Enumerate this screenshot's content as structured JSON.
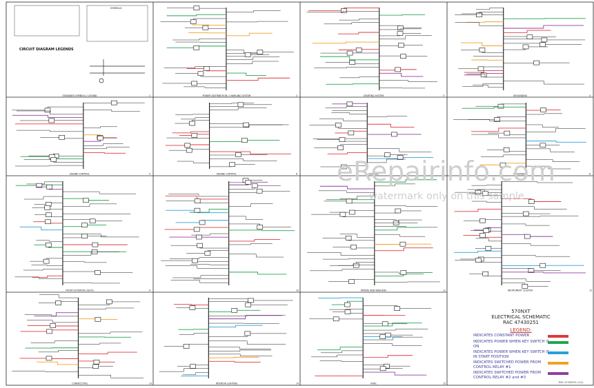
{
  "symbols_panel": {
    "title": "SYMBOLS",
    "legends_title": "CIRCUIT DIAGRAM LEGENDS"
  },
  "panels": [
    {
      "label": "STANDARD SYMBOLS / LEGEND",
      "num": "1"
    },
    {
      "label": "POWER DISTRIBUTION / CHARGING SYSTEM",
      "num": "2"
    },
    {
      "label": "STARTING SYSTEM",
      "num": "3"
    },
    {
      "label": "GROUNDING",
      "num": "4"
    },
    {
      "label": "ENGINE CONTROL",
      "num": "5"
    },
    {
      "label": "ENGINE CONTROL",
      "num": "6"
    },
    {
      "label": "SHIFTING",
      "num": "7"
    },
    {
      "label": "GROUNDING",
      "num": "8"
    },
    {
      "label": "FRONT EXTERIOR LIGHTS",
      "num": "9"
    },
    {
      "label": "",
      "num": "10"
    },
    {
      "label": "WIPERS AND WASHERS",
      "num": "11"
    },
    {
      "label": "INSTRUMENT CLUSTER",
      "num": "12"
    },
    {
      "label": "CONNECTORS",
      "num": "13"
    },
    {
      "label": "INTERIOR LIGHTING",
      "num": "14"
    },
    {
      "label": "HVAC",
      "num": "15"
    },
    {
      "label": "",
      "num": ""
    }
  ],
  "title_block": {
    "model": "570NXT",
    "title": "ELECTRICAL SCHEMATIC",
    "part": "RAC 47430251",
    "legend_title": "LEGEND:",
    "footer": "RAC 47430251 (1/1)"
  },
  "legend": [
    {
      "text": "INDICATES CONSTANT POWER",
      "color": "#e0383d"
    },
    {
      "text": "INDICATES POWER WHEN KEY SWITCH IS ON",
      "color": "#1fa54f"
    },
    {
      "text": "INDICATES POWER WHEN KEY SWITCH IS IN START POSITION",
      "color": "#2d9fd8"
    },
    {
      "text": "INDICATES SWITCHED POWER FROM CONTROL RELAY #1",
      "color": "#f2a022"
    },
    {
      "text": "INDICATES SWITCHED POWER FROM CONTROL RELAY #2 and #3",
      "color": "#8e3ea0"
    }
  ],
  "watermark": {
    "line1": "eRepairinfo.com",
    "line2": "watermark only on this sample"
  }
}
